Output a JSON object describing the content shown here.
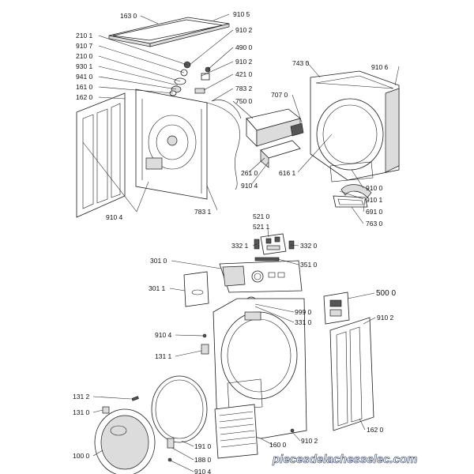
{
  "labels": {
    "l1630": "163 0",
    "l9105": "910 5",
    "l2101": "210 1",
    "l9102a": "910 2",
    "l9107": "910 7",
    "l4900": "490 0",
    "l2100": "210 0",
    "l9102b": "910 2",
    "l9301": "930 1",
    "l4210": "421 0",
    "l9410": "941 0",
    "l7832": "783 2",
    "l1610": "161 0",
    "l7500": "750 0",
    "l1620a": "162 0",
    "l7070": "707 0",
    "l7430": "743 0",
    "l9106": "910 6",
    "l2610": "261 0",
    "l6161": "616 1",
    "l9104a": "910 4",
    "l9104b": "910 4",
    "l7831": "783 1",
    "l9100": "910 0",
    "l9101": "910 1",
    "l6910": "691 0",
    "l7630": "763 0",
    "l5210": "521 0",
    "l5211": "521 1",
    "l3321": "332 1",
    "l3320": "332 0",
    "l3510": "351 0",
    "l3010": "301 0",
    "l3011": "301 1",
    "l5000": "500 0",
    "l9990": "999 0",
    "l3310": "331 0",
    "l9102c": "910 2",
    "l9104c": "910 4",
    "l1311": "131 1",
    "l1312": "131 2",
    "l1310": "131 0",
    "l1910": "191 0",
    "l1600": "160 0",
    "l9102d": "910 2",
    "l1620b": "162 0",
    "l1000": "100 0",
    "l1880": "188 0",
    "l9104d": "910 4"
  },
  "watermark": "piecesdelachesselec.com"
}
